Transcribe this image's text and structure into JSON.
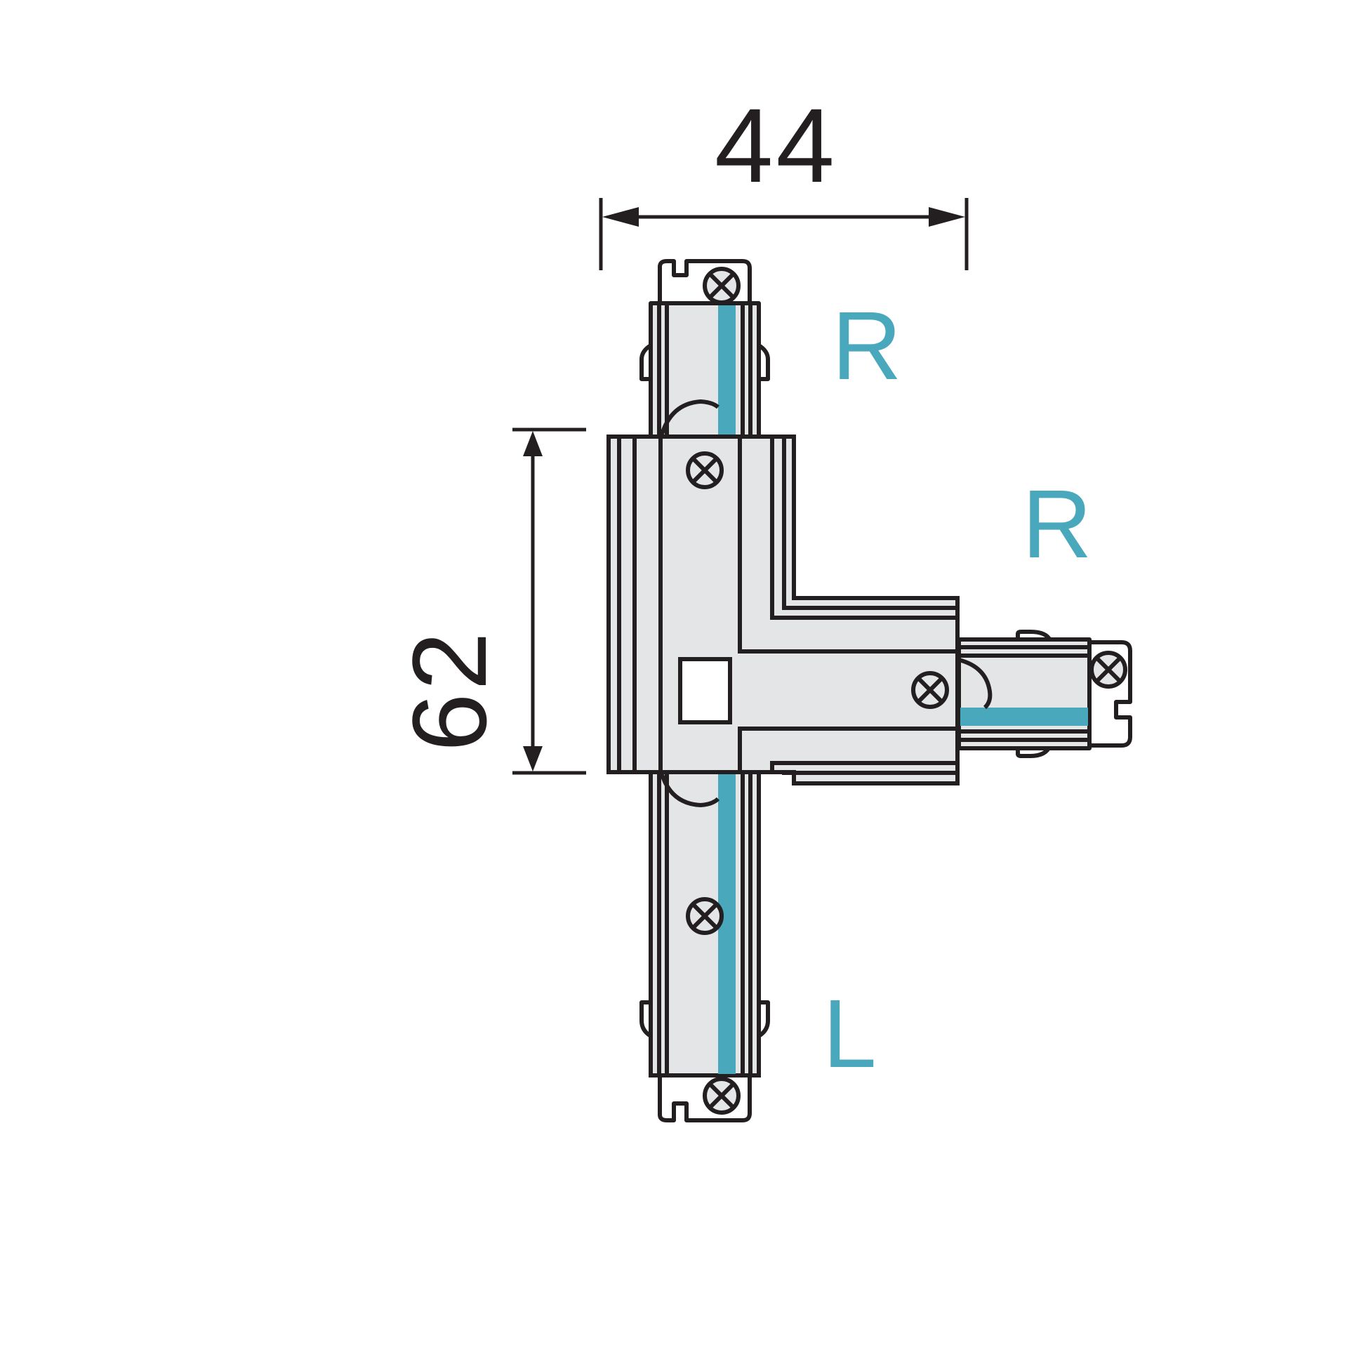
{
  "drawing": {
    "title": "T-connector dimensional drawing",
    "colors": {
      "line": "#231f20",
      "fill": "#e4e5e7",
      "accent": "#4aa8bd",
      "background": "#ffffff"
    }
  },
  "dimensions": {
    "width": {
      "value": "44",
      "orientation": "horizontal"
    },
    "height": {
      "value": "62",
      "orientation": "vertical"
    }
  },
  "labels": {
    "top_connector": "R",
    "right_connector": "R",
    "bottom_connector": "L"
  },
  "icons": [
    "screw-icon",
    "screw-icon",
    "screw-icon",
    "screw-icon",
    "screw-icon",
    "screw-icon"
  ]
}
